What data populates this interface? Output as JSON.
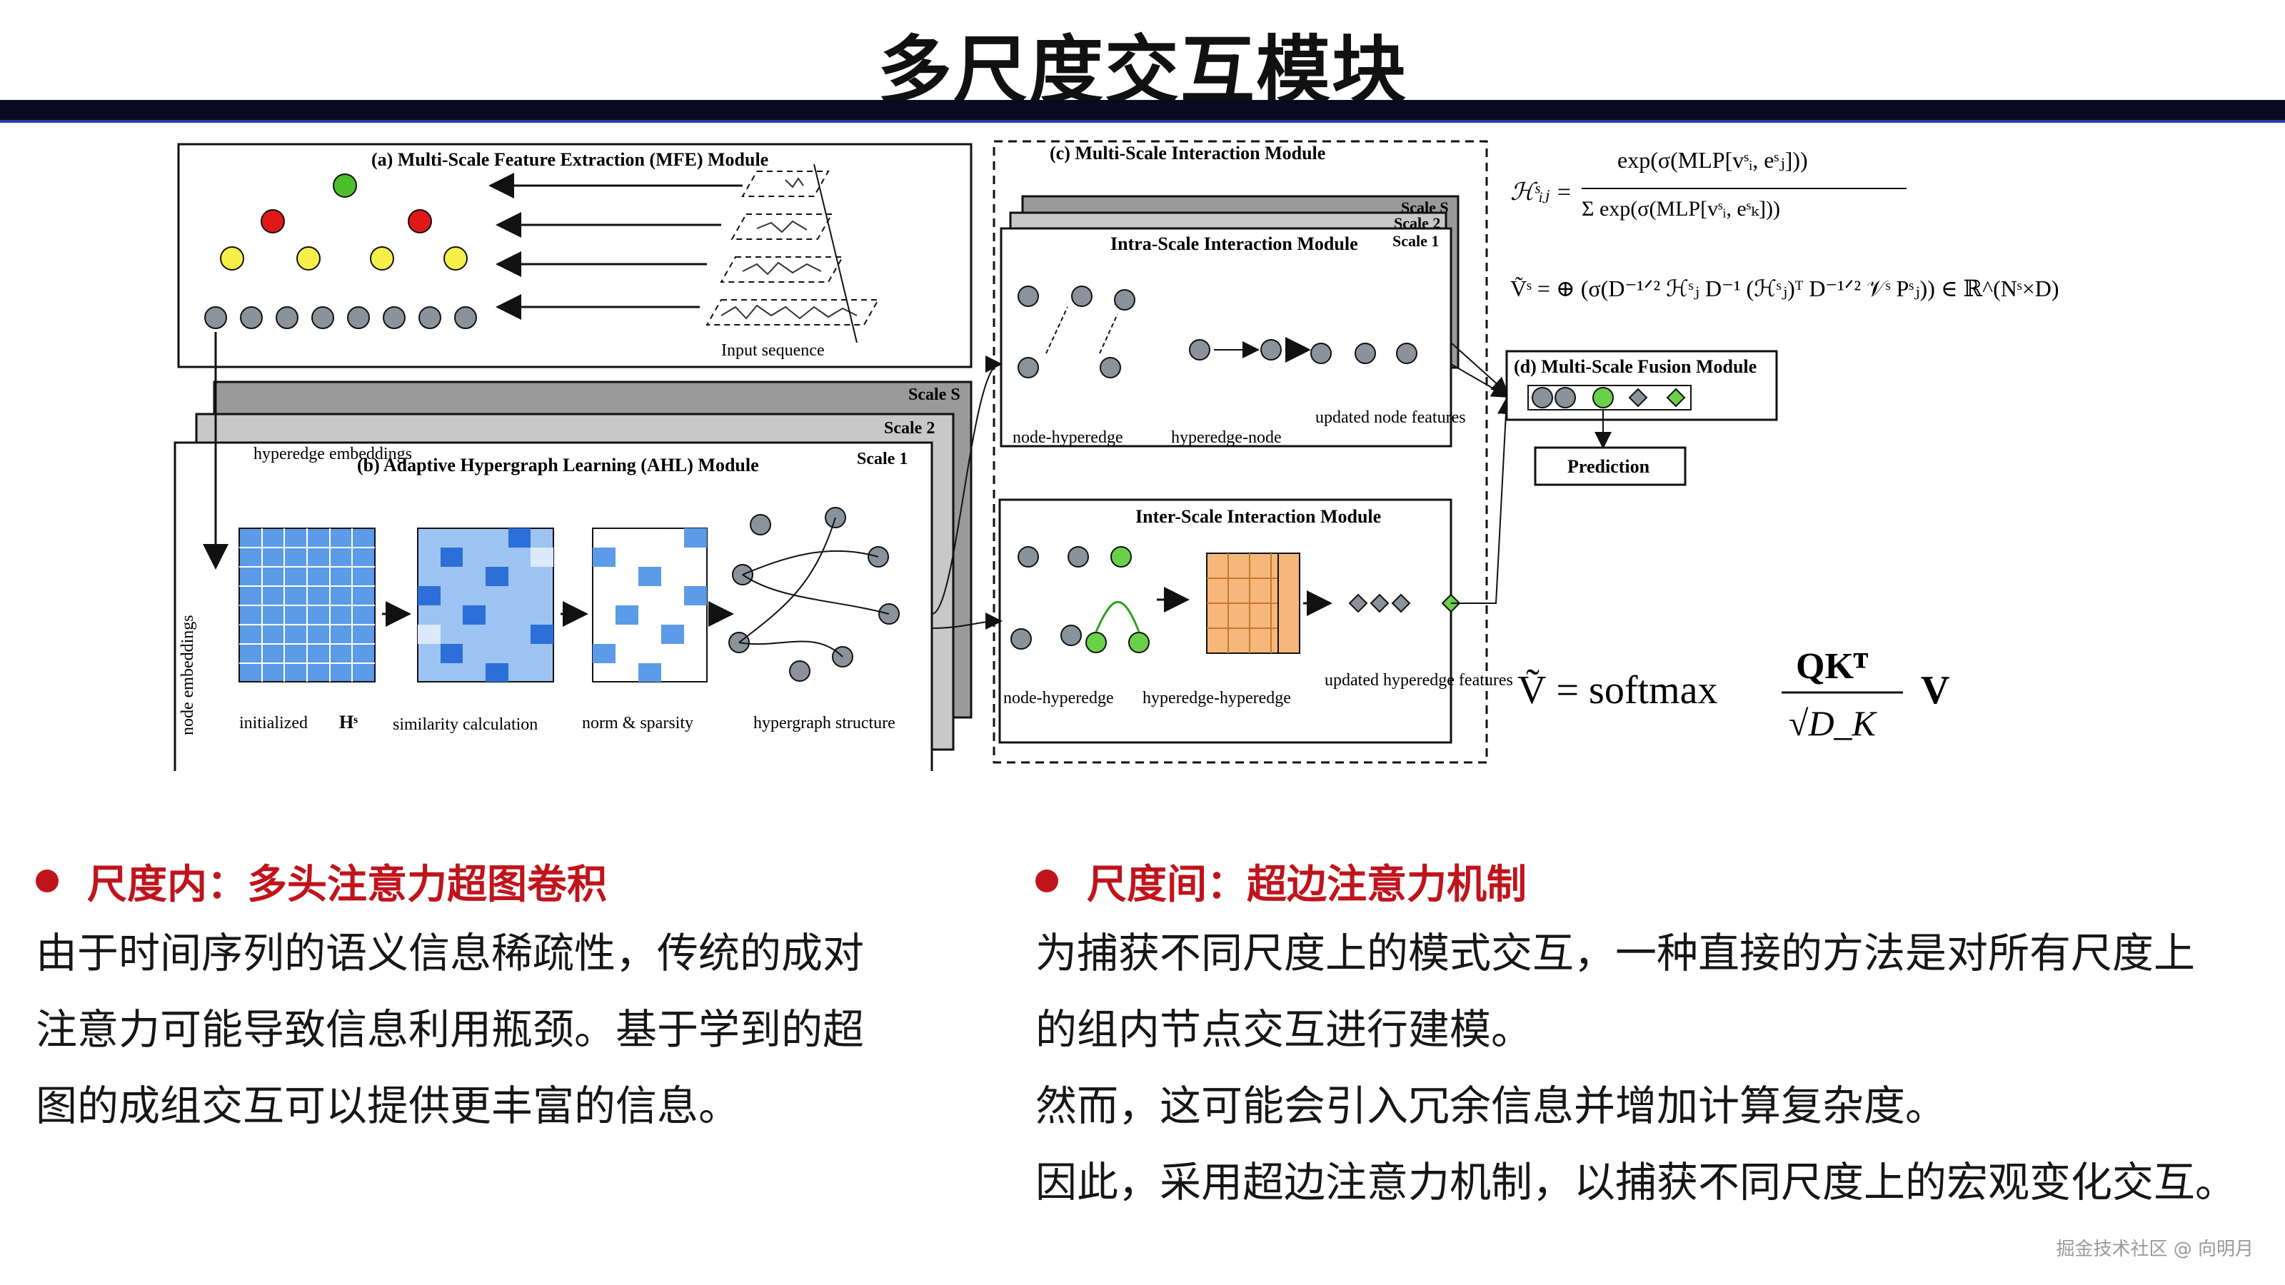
{
  "slide": {
    "title": "多尺度交互模块",
    "watermark": "掘金技术社区 @ 向明月"
  },
  "figure": {
    "mfe_title": "(a) Multi-Scale Feature Extraction (MFE) Module",
    "input_sequence": "Input sequence",
    "scale_s": "Scale S",
    "scale_2": "Scale 2",
    "scale_1": "Scale 1",
    "ahl_title": "(b) Adaptive Hypergraph Learning (AHL) Module",
    "hyperedge_embeddings": "hyperedge embeddings",
    "node_embeddings": "node embeddings",
    "initialized": "initialized",
    "hs": "Hˢ",
    "similarity_calculation": "similarity calculation",
    "norm_sparsity": "norm & sparsity",
    "hypergraph_structure": "hypergraph structure",
    "msi_title": "(c) Multi-Scale Interaction Module",
    "intra_title": "Intra-Scale Interaction Module",
    "node_hyperedge": "node-hyperedge",
    "hyperedge_node": "hyperedge-node",
    "updated_node_features": "updated node features",
    "inter_title": "Inter-Scale Interaction Module",
    "hyperedge_hyperedge": "hyperedge-hyperedge",
    "updated_hyperedge_features": "updated hyperedge features",
    "fusion_title": "(d) Multi-Scale Fusion Module",
    "prediction": "Prediction",
    "eq1_lhs": "ℋˢᵢⱼ =",
    "eq1_num": "exp(σ(MLP[vˢᵢ, eˢⱼ]))",
    "eq1_den": "Σ exp(σ(MLP[vˢᵢ, eˢₖ]))",
    "eq2": "Ṽˢ = ⊕ (σ(D⁻¹ᐟ² ℋˢⱼ D⁻¹ (ℋˢⱼ)ᵀ D⁻¹ᐟ² 𝒱ˢ Pˢⱼ)) ∈ ℝ^(Nˢ×D)",
    "eq3_lhs": "Ṽ = softmax",
    "eq3_num": "QKᵀ",
    "eq3_den": "√D_K",
    "eq3_rhs": "V"
  },
  "left": {
    "heading": "尺度内：多头注意力超图卷积",
    "lines": [
      "由于时间序列的语义信息稀疏性，传统的成对",
      "注意力可能导致信息利用瓶颈。基于学到的超",
      "图的成组交互可以提供更丰富的信息。"
    ]
  },
  "right": {
    "heading": "尺度间：超边注意力机制",
    "lines": [
      "为捕获不同尺度上的模式交互，一种直接的方法是对所有尺度上",
      "的组内节点交互进行建模。",
      "然而，这可能会引入冗余信息并增加计算复杂度。",
      "因此，采用超边注意力机制，以捕获不同尺度上的宏观变化交互。"
    ]
  },
  "colors": {
    "accent": "#c0141c",
    "rule": "#0a0a1e",
    "matrix_blue": "#5b9be8",
    "hyperedge_orange": "#f5b77a",
    "fusion_green": "#6ad04a"
  }
}
